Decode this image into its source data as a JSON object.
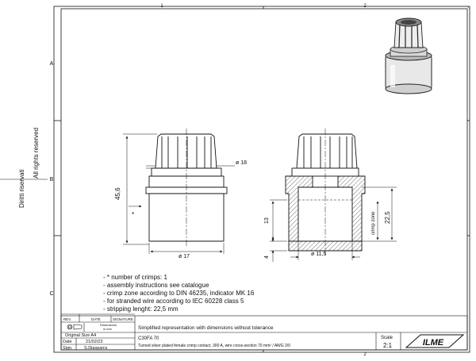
{
  "frame": {
    "col_labels": [
      "1",
      "2"
    ],
    "row_labels": [
      "A",
      "B",
      "C"
    ]
  },
  "side_text": {
    "rights_it": "Diritti riservati",
    "rights_en": "All rights reserved"
  },
  "dimensions": {
    "overall_height": "45,6",
    "head_diameter": "ø 18",
    "base_diameter": "ø 17",
    "marker": "*",
    "inner_depth": "13",
    "crimp_zone": "crimp zone",
    "base_height": "4",
    "stripping_length": "22,5",
    "bore_diameter": "ø 11,5"
  },
  "notes": [
    "- * number of crimps: 1",
    "- assembly instructions see catalogue",
    "- crimp zone according to DIN 46235, indicator MK 16",
    "- for stranded wire according to IEC 60228 class 5",
    "- stripping lenght: 22,5 mm"
  ],
  "title_block": {
    "rev_label": "REV.",
    "date_label": "DATE",
    "signature_label": "SIGNATURE",
    "dimensions_in": "Dimensions",
    "dimensions_unit": "in mm",
    "description_main": "Simplified representation with dimensions without tolerance",
    "original_size": "Original Size A4",
    "date_key": "Date",
    "date_value": "21/02/23",
    "sign_key": "Sign.",
    "sign_value": "S.Diasparra",
    "part_code": "C30FA 70",
    "part_description": "Turned silver plated female crimp contact, 300 A, wire cross-section 70 mm² / AWG 2/0",
    "scale_label": "Scale",
    "scale_value": "2:1",
    "logo_text": "ILME"
  }
}
